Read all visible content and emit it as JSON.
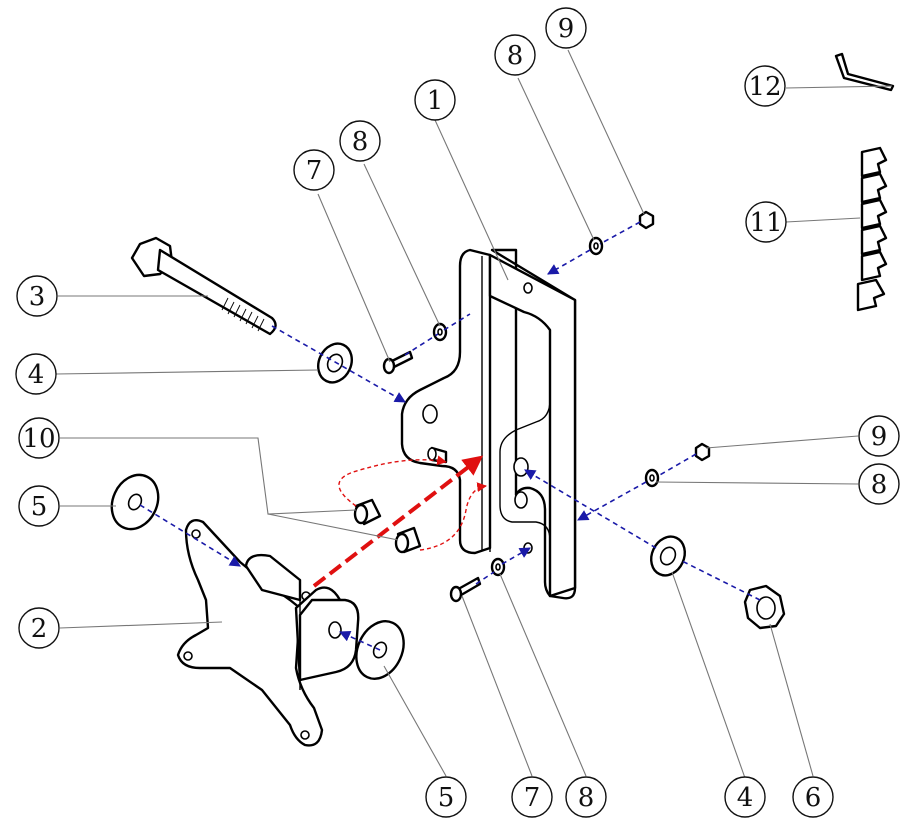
{
  "diagram": {
    "type": "exploded-assembly",
    "callouts": [
      {
        "id": "c1",
        "label": "1"
      },
      {
        "id": "c2",
        "label": "2"
      },
      {
        "id": "c3",
        "label": "3"
      },
      {
        "id": "c4a",
        "label": "4"
      },
      {
        "id": "c4b",
        "label": "4"
      },
      {
        "id": "c5a",
        "label": "5"
      },
      {
        "id": "c5b",
        "label": "5"
      },
      {
        "id": "c6",
        "label": "6"
      },
      {
        "id": "c7a",
        "label": "7"
      },
      {
        "id": "c7b",
        "label": "7"
      },
      {
        "id": "c8a",
        "label": "8"
      },
      {
        "id": "c8b",
        "label": "8"
      },
      {
        "id": "c8c",
        "label": "8"
      },
      {
        "id": "c8d",
        "label": "8"
      },
      {
        "id": "c9a",
        "label": "9"
      },
      {
        "id": "c9b",
        "label": "9"
      },
      {
        "id": "c10",
        "label": "10"
      },
      {
        "id": "c11",
        "label": "11"
      },
      {
        "id": "c12",
        "label": "12"
      }
    ],
    "colors": {
      "outline": "#000000",
      "leader": "#777777",
      "assembly_path_blue": "#1a1aa8",
      "assembly_path_red": "#e01010"
    }
  }
}
